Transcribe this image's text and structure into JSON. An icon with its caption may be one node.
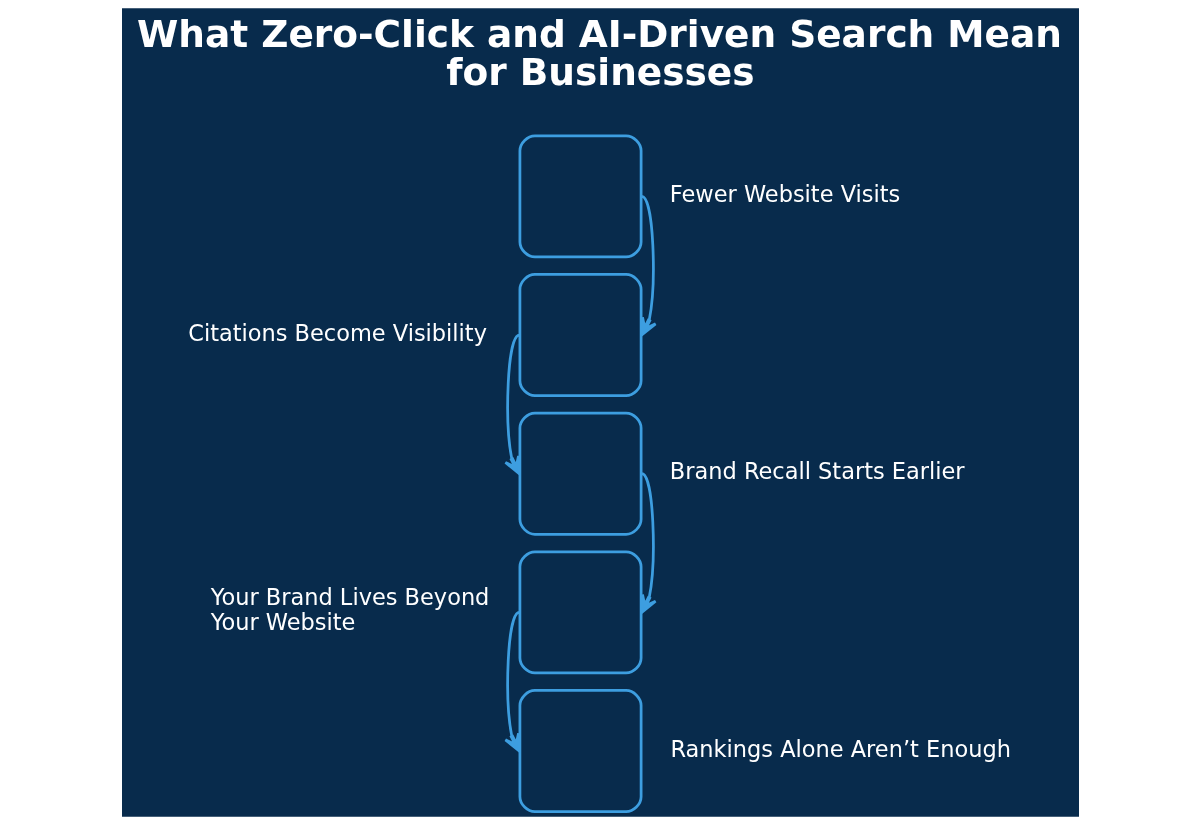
{
  "diagram": {
    "title": "What Zero-Click and AI-Driven Search Mean for Businesses",
    "nodes": [
      {
        "text": [],
        "shape": "box",
        "beside": [
          "Fewer Website Visits"
        ]
      },
      {
        "text": [],
        "shape": "box",
        "beside": [
          "Citations Become Visibility"
        ]
      },
      {
        "text": [],
        "shape": "box",
        "beside": [
          "Brand Recall Starts Earlier"
        ]
      },
      {
        "text": [],
        "shape": "box",
        "beside": [
          "Your Brand Lives Beyond Your Website"
        ]
      },
      {
        "text": [],
        "shape": "box",
        "beside": [
          "Rankings Alone Aren’t Enough"
        ]
      }
    ],
    "edges": [
      {
        "from": 0,
        "to": 1,
        "arrow": "to"
      },
      {
        "from": 1,
        "to": 2,
        "arrow": "to"
      },
      {
        "from": 2,
        "to": 3,
        "arrow": "to"
      },
      {
        "from": 3,
        "to": 4,
        "arrow": "to"
      }
    ]
  }
}
